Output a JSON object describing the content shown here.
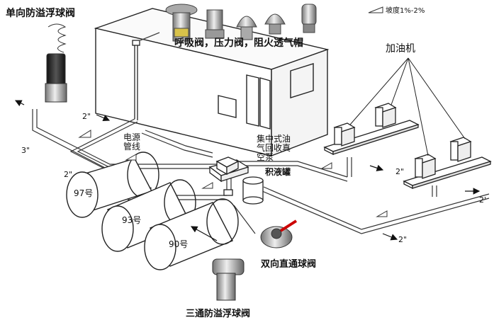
{
  "labels": {
    "breather_valves": "呼吸阀，压力阀，阻火透气帽",
    "one_way_valve": "单向防溢浮球阀",
    "slope": "坡度1%-2%",
    "dispenser": "加油机",
    "power_conduit": "电源\n管线",
    "vapor_pump": "集中式油\n气回收真\n空泵",
    "liquid_tank": "积液罐",
    "ball_valve": "双向直通球阀",
    "tee_valve": "三通防溢浮球阀",
    "tank_97": "97号",
    "tank_93": "93号",
    "tank_90": "90号"
  },
  "pipe_sizes": {
    "a": "2\"",
    "b": "3\"",
    "c": "2\"",
    "d": "2\"",
    "e": "2'",
    "f": "2\""
  }
}
